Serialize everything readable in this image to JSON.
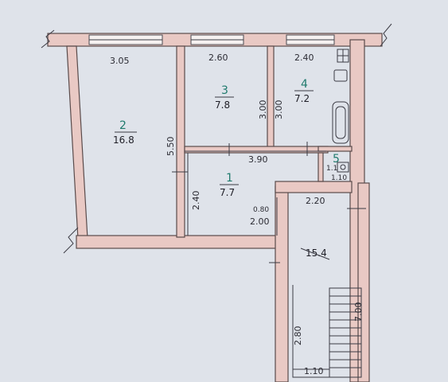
{
  "plan": {
    "rooms": [
      {
        "number": "1",
        "area": "7.7"
      },
      {
        "number": "2",
        "area": "16.8"
      },
      {
        "number": "3",
        "area": "7.8"
      },
      {
        "number": "4",
        "area": "7.2"
      },
      {
        "number": "5",
        "area": ""
      },
      {
        "number": "",
        "area": "15.4"
      }
    ],
    "dimensions": {
      "top_room2": "3.05",
      "top_room3": "2.60",
      "top_room4": "2.40",
      "room2_height": "5.50",
      "room3_height": "3.00",
      "room4_height": "3.00",
      "corridor_width": "3.90",
      "room1_height": "2.40",
      "door_small": "0.80",
      "lower_width": "2.00",
      "stair_top": "2.20",
      "wc_a": "1.1",
      "wc_b": "1.10",
      "stair_height": "2.80",
      "stair_bottom": "1.10",
      "stair_right": "7.00"
    },
    "colors": {
      "wall": "#e9c9c4",
      "paper": "#dfe3ea",
      "ink": "#2b2b33",
      "room_number": "#1f7a6d"
    }
  }
}
